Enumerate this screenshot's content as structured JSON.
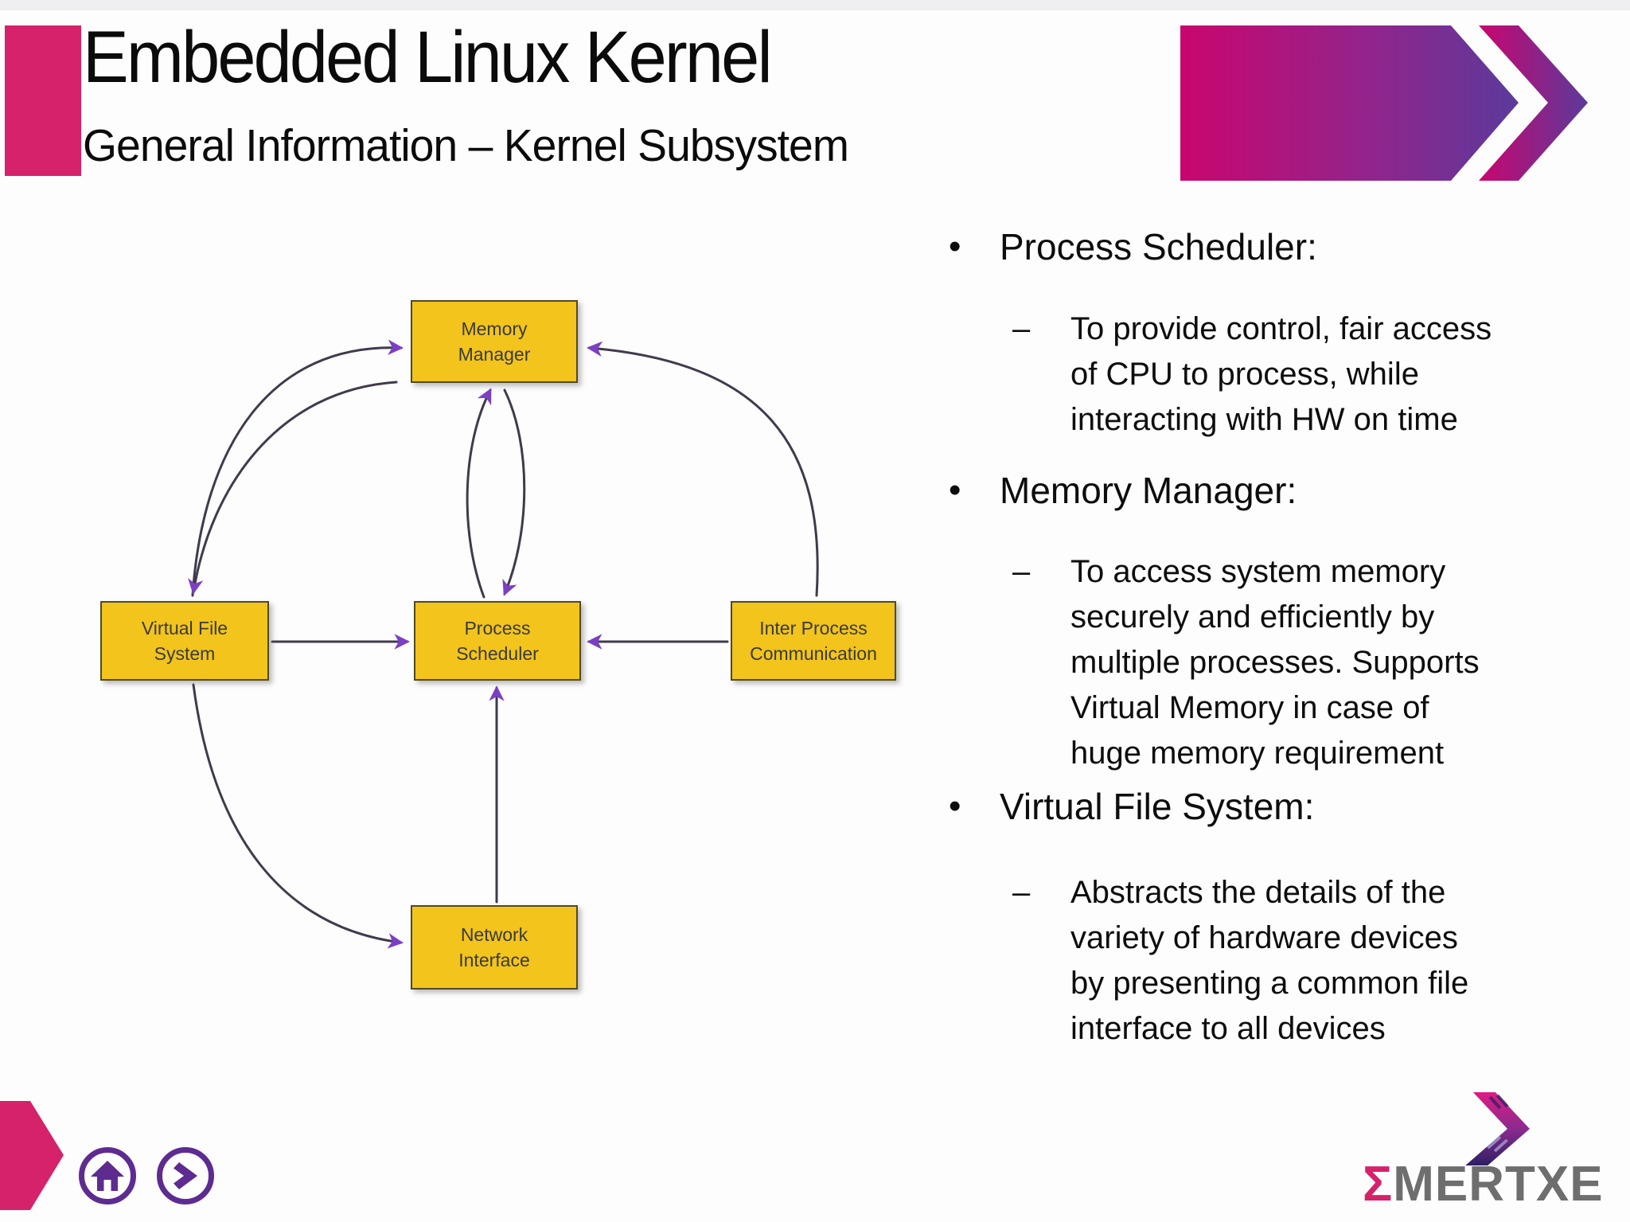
{
  "header": {
    "title": "Embedded Linux Kernel",
    "subtitle": "General Information – Kernel Subsystem"
  },
  "diagram": {
    "nodes": [
      {
        "id": "memory-manager",
        "label": "Memory\nManager"
      },
      {
        "id": "virtual-file-system",
        "label": "Virtual File\nSystem"
      },
      {
        "id": "process-scheduler",
        "label": "Process\nScheduler"
      },
      {
        "id": "inter-process-communication",
        "label": "Inter Process\nCommunication"
      },
      {
        "id": "network-interface",
        "label": "Network\nInterface"
      }
    ],
    "edges": [
      {
        "from": "virtual-file-system",
        "to": "memory-manager",
        "style": "curved"
      },
      {
        "from": "memory-manager",
        "to": "virtual-file-system",
        "style": "curved"
      },
      {
        "from": "process-scheduler",
        "to": "memory-manager",
        "style": "curved"
      },
      {
        "from": "memory-manager",
        "to": "process-scheduler",
        "style": "curved"
      },
      {
        "from": "inter-process-communication",
        "to": "memory-manager",
        "style": "curved"
      },
      {
        "from": "virtual-file-system",
        "to": "process-scheduler",
        "style": "straight"
      },
      {
        "from": "inter-process-communication",
        "to": "process-scheduler",
        "style": "straight"
      },
      {
        "from": "network-interface",
        "to": "process-scheduler",
        "style": "straight"
      },
      {
        "from": "virtual-file-system",
        "to": "network-interface",
        "style": "curved"
      }
    ]
  },
  "content": {
    "bullet_marker": "•",
    "sub_marker": "–",
    "sections": [
      {
        "heading": "Process Scheduler:",
        "detail": "To provide control, fair access\nof CPU to process, while\ninteracting with HW on time"
      },
      {
        "heading": "Memory Manager:",
        "detail": "To access system memory\nsecurely and efficiently by\nmultiple processes. Supports\nVirtual Memory in case of\nhuge memory requirement"
      },
      {
        "heading": "Virtual File System:",
        "detail": "Abstracts the details of the\nvariety of hardware devices\nby presenting a common file\ninterface to all devices"
      }
    ]
  },
  "footer": {
    "logo_sigma": "Σ",
    "logo_text": "MERTXE"
  },
  "colors": {
    "accent_pink": "#D6216B",
    "purple": "#5E2B91",
    "node_fill": "#F2C41C",
    "node_border": "#4F4A28",
    "arrow_line": "#403A4C",
    "arrowhead": "#7B3FC4",
    "gradient_start": "#C9066E",
    "gradient_end": "#5B3A9B",
    "logo_gray": "#6E6E6E",
    "logo_navy": "#2E2064"
  }
}
